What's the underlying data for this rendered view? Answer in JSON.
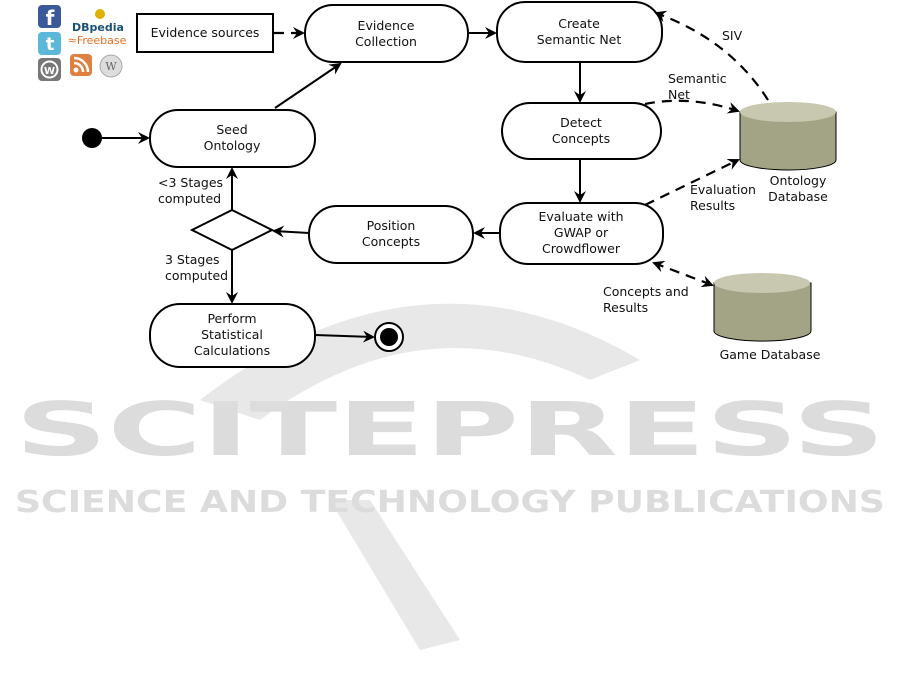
{
  "watermark": {
    "title": "SCITEPRESS",
    "subtitle": "SCIENCE AND TECHNOLOGY PUBLICATIONS"
  },
  "logos": {
    "facebook": "f",
    "twitter": "t",
    "wordpress": "W",
    "dbpedia": "DBpedia",
    "freebase": "Freebase",
    "rss": "rss",
    "wikipedia": "W"
  },
  "nodes": {
    "evidence_sources": "Evidence sources",
    "evidence_collection": [
      "Evidence",
      "Collection"
    ],
    "create_semantic_net": [
      "Create",
      "Semantic Net"
    ],
    "detect_concepts": [
      "Detect",
      "Concepts"
    ],
    "evaluate": [
      "Evaluate with",
      "GWAP or",
      "Crowdflower"
    ],
    "position_concepts": [
      "Position",
      "Concepts"
    ],
    "seed_ontology": [
      "Seed",
      "Ontology"
    ],
    "perform_statistical": [
      "Perform",
      "Statistical",
      "Calculations"
    ]
  },
  "databases": {
    "ontology": [
      "Ontology",
      "Database"
    ],
    "game": [
      "Game Database"
    ]
  },
  "edge_labels": {
    "siv": "SIV",
    "semantic_net": [
      "Semantic",
      "Net"
    ],
    "evaluation_results": [
      "Evaluation",
      "Results"
    ],
    "concepts_results": [
      "Concepts and",
      "Results"
    ],
    "lt3_stages": [
      "<3 Stages",
      "computed"
    ],
    "eq3_stages": [
      "3 Stages",
      "computed"
    ]
  },
  "colors": {
    "db_top": "#c8c8b0",
    "db_body": "#a3a385",
    "watermark": "#dcdcdc"
  }
}
